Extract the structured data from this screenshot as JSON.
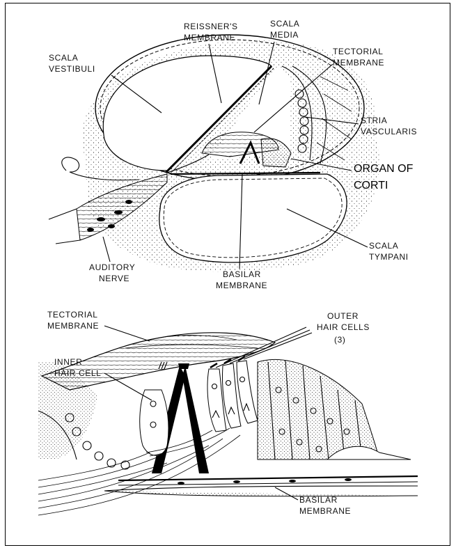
{
  "top_diagram": {
    "labels": {
      "scala_vestibuli": [
        "SCALA",
        "VESTIBULI"
      ],
      "reissners_membrane": [
        "REISSNER'S",
        "MEMBRANE"
      ],
      "scala_media": [
        "SCALA",
        "MEDIA"
      ],
      "tectorial_membrane": [
        "TECTORIAL",
        "MEMBRANE"
      ],
      "stria_vascularis": [
        "STRIA",
        "VASCULARIS"
      ],
      "organ_of_corti": [
        "ORGAN OF",
        "CORTI"
      ],
      "scala_tympani": [
        "SCALA",
        "TYMPANI"
      ],
      "basilar_membrane": [
        "BASILAR",
        "MEMBRANE"
      ],
      "auditory_nerve": [
        "AUDITORY",
        "NERVE"
      ]
    }
  },
  "bottom_diagram": {
    "labels": {
      "tectorial_membrane": [
        "TECTORIAL",
        "MEMBRANE"
      ],
      "outer_hair_cells": [
        "OUTER",
        "HAIR CELLS",
        "(3)"
      ],
      "inner_hair_cell": [
        "INNER",
        "HAIR CELL"
      ],
      "basilar_membrane": [
        "BASILAR",
        "MEMBRANE"
      ]
    }
  }
}
